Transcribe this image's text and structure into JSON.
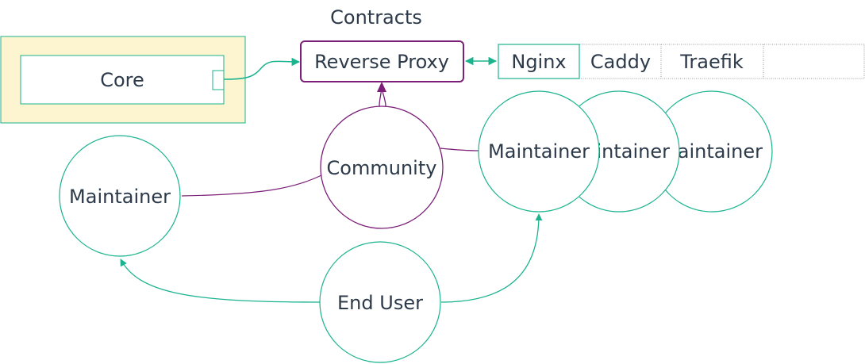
{
  "diagram": {
    "group_title": "Contracts",
    "core": {
      "label": "Core"
    },
    "reverse_proxy": {
      "label": "Reverse Proxy"
    },
    "implementations": [
      "Nginx",
      "Caddy",
      "Traefik",
      ""
    ],
    "community": {
      "label": "Community"
    },
    "end_user": {
      "label": "End User"
    },
    "maintainer_left": {
      "label": "Maintainer"
    },
    "maintainer_stack": [
      "Maintainer",
      "Maintainer",
      "Maintainer"
    ],
    "colors": {
      "teal": "#1bb38e",
      "purple": "#7b1f78",
      "core_fill": "#fdf5cf",
      "text": "#2d3a4a",
      "dotted": "#999999"
    }
  }
}
